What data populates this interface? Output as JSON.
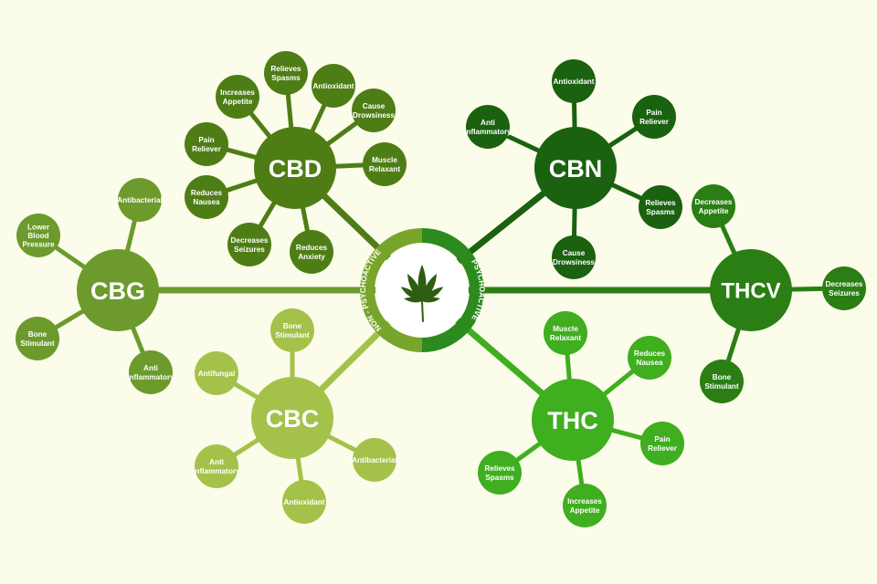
{
  "center": {
    "left_label": "NON - PSYCHOACTIVE",
    "right_label": "PSYCHOACTIVE",
    "icon": "cannabis-leaf-icon",
    "left_color": "#77a52c",
    "right_color": "#2c8a1e",
    "leaf_color": "#2e5d12"
  },
  "compounds": [
    {
      "id": "cbd",
      "name": "CBD",
      "color": "#4e7d16",
      "effects": [
        "Increases Appetite",
        "Relieves Spasms",
        "Antioxidant",
        "Cause Drowsiness",
        "Muscle Relaxant",
        "Reduces Anxiety",
        "Decreases Seizures",
        "Reduces Nausea",
        "Pain Reliever"
      ]
    },
    {
      "id": "cbn",
      "name": "CBN",
      "color": "#1a6110",
      "effects": [
        "Antioxidant",
        "Pain Reliever",
        "Relieves Spasms",
        "Cause Drowsiness",
        "Anti Inflammatory"
      ]
    },
    {
      "id": "cbg",
      "name": "CBG",
      "color": "#6d9a2c",
      "effects": [
        "Antibacterial",
        "Anti Inflammatory",
        "Bone Stimulant",
        "Lower Blood Pressure"
      ]
    },
    {
      "id": "cbc",
      "name": "CBC",
      "color": "#a4c24a",
      "effects": [
        "Bone Stimulant",
        "Antibacterial",
        "Antioxidant",
        "Anti Inflammatory",
        "Antifungal"
      ]
    },
    {
      "id": "thcv",
      "name": "THCV",
      "color": "#2a7e14",
      "effects": [
        "Decreases Appetite",
        "Decreases Seizures",
        "Bone Stimulant"
      ]
    },
    {
      "id": "thc",
      "name": "THC",
      "color": "#3fae1f",
      "effects": [
        "Muscle Relaxant",
        "Reduces Nausea",
        "Pain Reliever",
        "Increases Appetite",
        "Relieves Spasms"
      ]
    }
  ]
}
